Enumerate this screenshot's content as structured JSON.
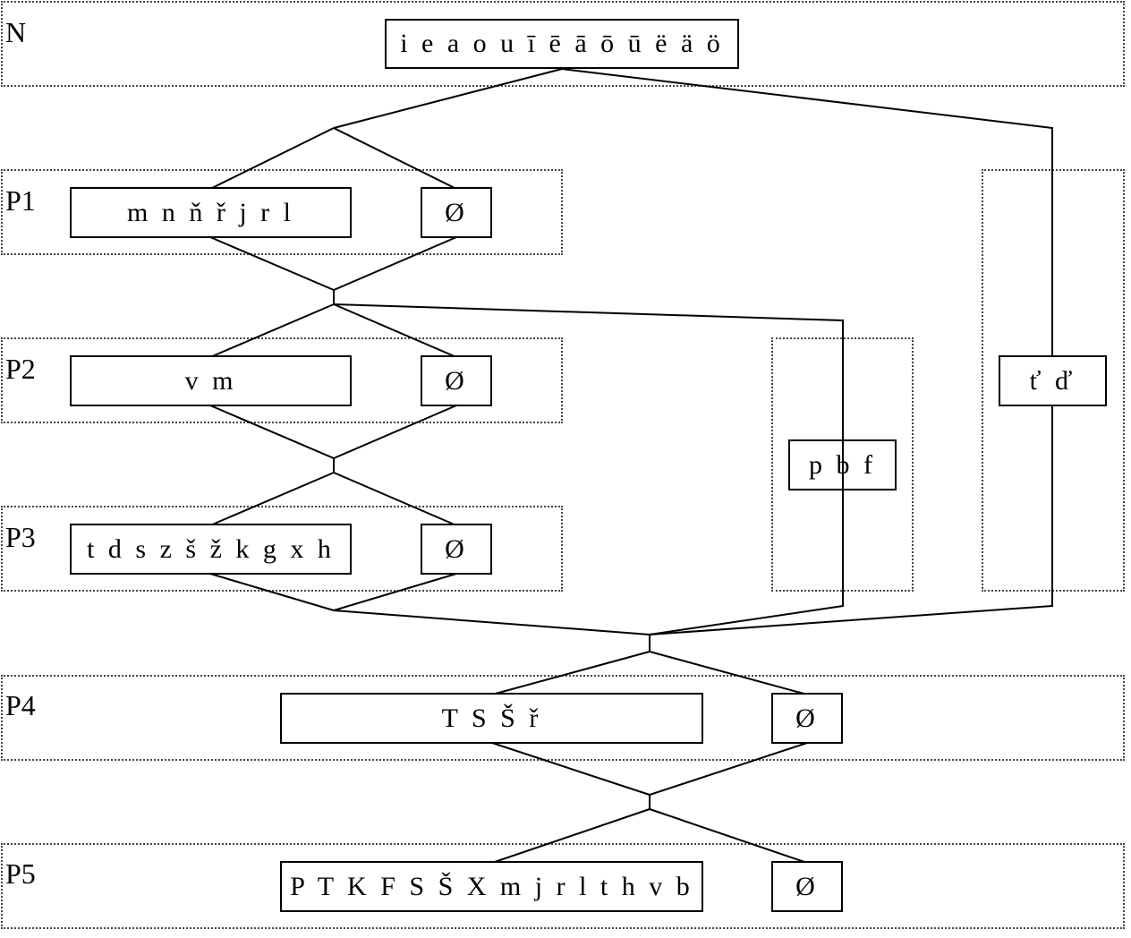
{
  "rows": {
    "n": {
      "label": "N",
      "segments": "i e a o u ī ē ā ō ū ë ä ö"
    },
    "p1": {
      "label": "P1",
      "segments": "m n ň ř j r l",
      "empty": "Ø"
    },
    "p2": {
      "label": "P2",
      "segments": "v m",
      "empty": "Ø"
    },
    "p3": {
      "label": "P3",
      "segments": "t d s z š ž k g x h",
      "empty": "Ø"
    },
    "p4": {
      "label": "P4",
      "segments": "T S Š ř",
      "empty": "Ø"
    },
    "p5": {
      "label": "P5",
      "segments": "P T K F S Š X m j r l t h v b",
      "empty": "Ø"
    }
  },
  "side": {
    "labial": "p b f",
    "palatal": "ť ď"
  }
}
